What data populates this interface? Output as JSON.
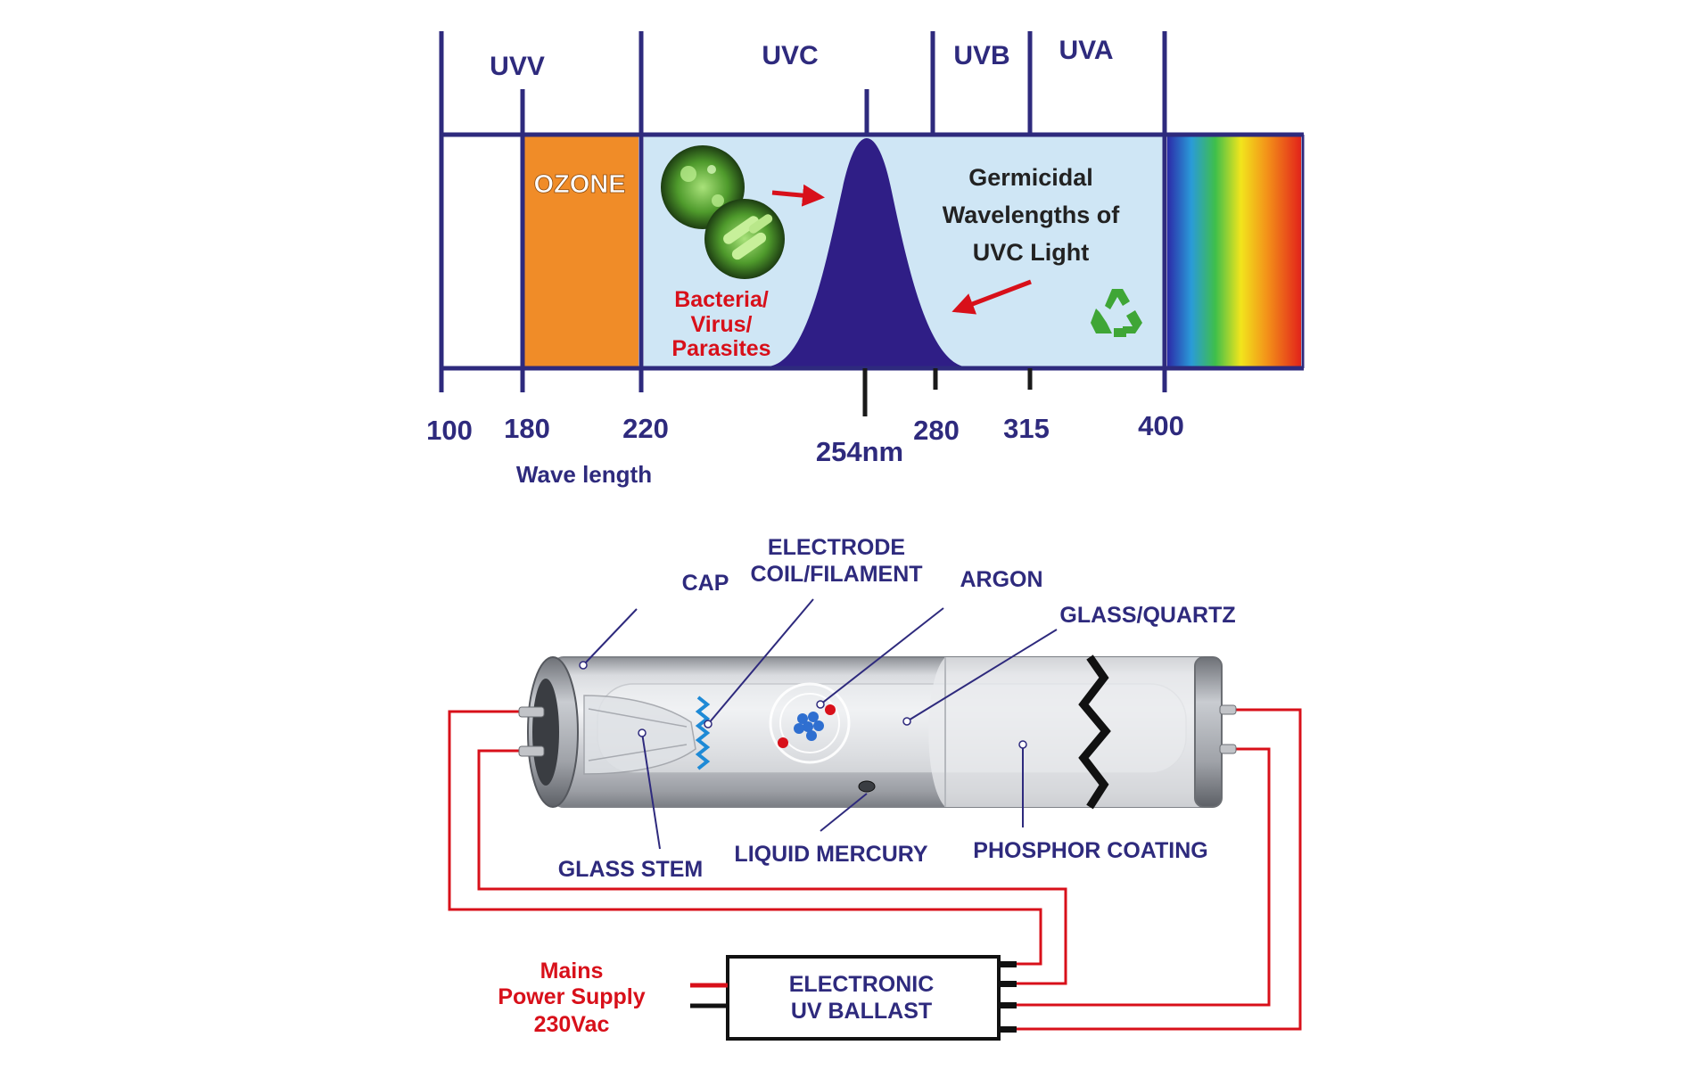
{
  "spectrum": {
    "bands": {
      "uvv": "UVV",
      "uvc": "UVC",
      "uvb": "UVB",
      "uva": "UVA"
    },
    "ozone_label": "OZONE",
    "germicidal_lines": [
      "Germicidal",
      "Wavelengths of",
      "UVC Light"
    ],
    "pathogen_lines": [
      "Bacteria/",
      "Virus/",
      "Parasites"
    ],
    "ticks": {
      "t100": "100",
      "t180": "180",
      "t220": "220",
      "t254": "254nm",
      "t280": "280",
      "t315": "315",
      "t400": "400"
    },
    "axis_label": "Wave length",
    "colors": {
      "band_line": "#2e2a7d",
      "ozone": "#f08c28",
      "uvc_region": "#cfe6f5",
      "peak": "#2f1e86",
      "arrow": "#d8101a"
    },
    "icons": [
      "bacteria-virus-icon",
      "recycle-icon",
      "visible-spectrum-rainbow"
    ]
  },
  "lamp": {
    "labels": {
      "cap": "CAP",
      "electrode_line1": "ELECTRODE",
      "electrode_line2": "COIL/FILAMENT",
      "argon": "ARGON",
      "glass_quartz": "GLASS/QUARTZ",
      "glass_stem": "GLASS STEM",
      "liquid_mercury": "LIQUID MERCURY",
      "phosphor_coating": "PHOSPHOR COATING"
    },
    "ballast_lines": [
      "ELECTRONIC",
      "UV BALLAST"
    ],
    "mains_lines": [
      "Mains",
      "Power Supply",
      "230Vac"
    ],
    "colors": {
      "wire": "#d8101a",
      "label": "#2e2a7d",
      "tube": "#c9cbd0"
    }
  }
}
